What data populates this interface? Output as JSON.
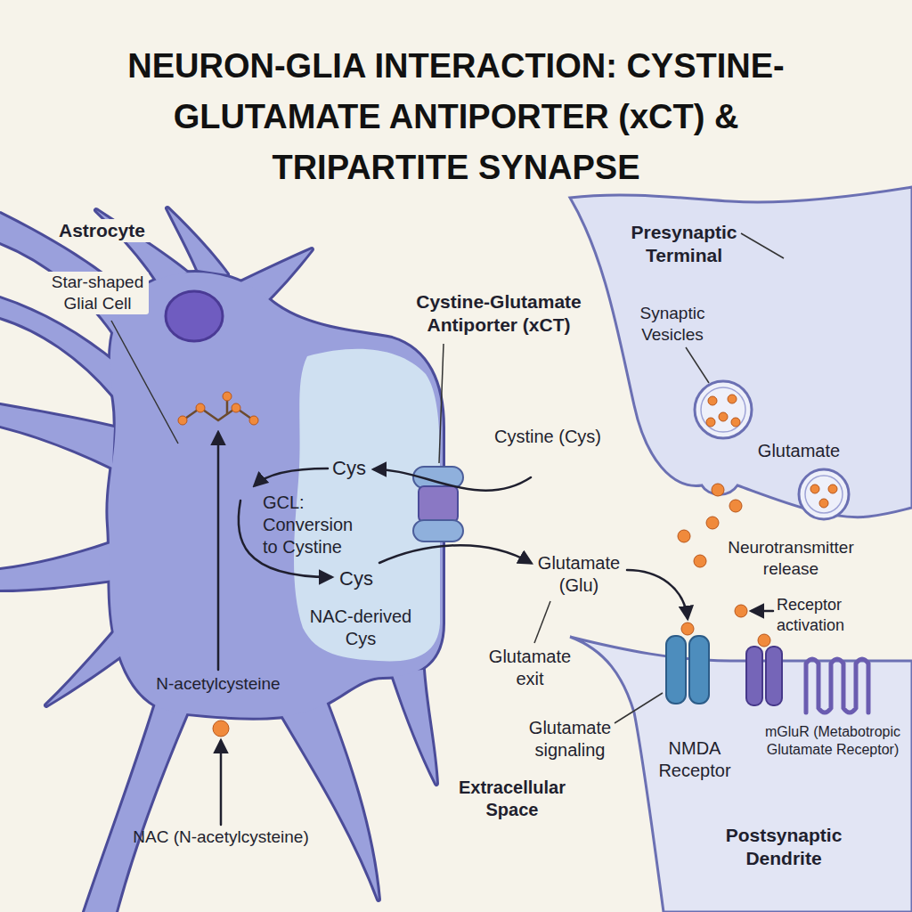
{
  "diagram": {
    "title": "NEURON-GLIA INTERACTION: CYSTINE-GLUTAMATE ANTIPORTER (xCT) & TRIPARTITE SYNAPSE",
    "labels": [
      "Astrocyte",
      "Presynaptic Terminal",
      "Star-shaped Glial Cell",
      "Cystine-Glutamate Antiporter (xCT)",
      "Synaptic Vesicles",
      "Cystine (Cys)",
      "Glutamate",
      "Cys",
      "GCL: Conversion to Cystine",
      "Neurotransmitter release",
      "Cys",
      "Glutamate (Glu)",
      "Receptor activation",
      "NAC-derived Cys",
      "Glutamate exit",
      "N-acetylcysteine",
      "NMDA Receptor",
      "mGluR (Metabotropic Glutamate Receptor)",
      "Glutamate signaling",
      "Extracellular Space",
      "NAC (N-acetylcysteine)",
      "Postsynaptic Dendrite"
    ]
  }
}
